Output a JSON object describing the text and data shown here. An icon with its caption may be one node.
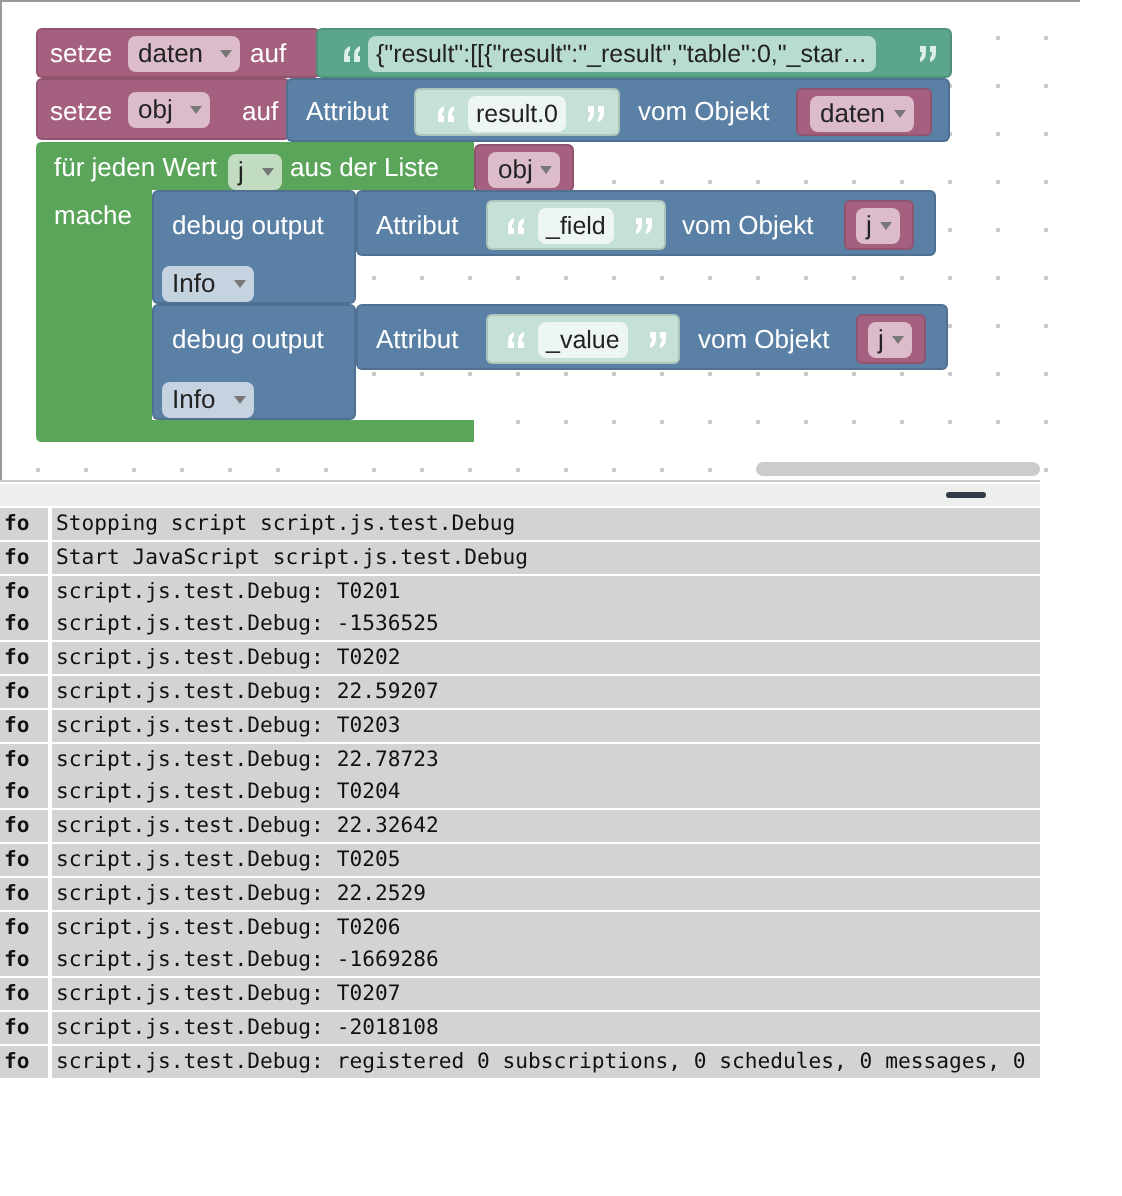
{
  "diagram": {
    "nodes": [
      {
        "text": [
          "setze",
          "auf"
        ]
      },
      {
        "text": [
          "daten"
        ],
        "in": 0
      },
      {
        "text": [
          "{\"result\":[[{\"result\":\"_result\",\"table\":0,\"_star…"
        ]
      },
      {
        "text": [
          "setze",
          "auf"
        ]
      },
      {
        "text": [
          "obj"
        ],
        "in": 3
      },
      {
        "text": [
          "Attribut",
          "vom Objekt"
        ]
      },
      {
        "text": [
          "result.0"
        ],
        "in": 5
      },
      {
        "text": [
          "daten"
        ],
        "in": 5
      },
      {
        "text": [
          "für jeden Wert",
          "aus der Liste",
          "mache"
        ]
      },
      {
        "text": [
          "j"
        ],
        "in": 8
      },
      {
        "text": [
          "obj"
        ]
      },
      {
        "text": [
          "debug output"
        ],
        "in": 8
      },
      {
        "text": [
          "Info"
        ],
        "in": 11
      },
      {
        "text": [
          "Attribut",
          "vom Objekt"
        ]
      },
      {
        "text": [
          "_field"
        ],
        "in": 13
      },
      {
        "text": [
          "j"
        ],
        "in": 13
      },
      {
        "text": [
          "debug output"
        ],
        "in": 8
      },
      {
        "text": [
          "Info"
        ],
        "in": 16
      },
      {
        "text": [
          "Attribut",
          "vom Objekt"
        ]
      },
      {
        "text": [
          "_value"
        ],
        "in": 18
      },
      {
        "text": [
          "j"
        ],
        "in": 18
      }
    ],
    "labels": [
      "fo",
      "Stopping script script.js.test.Debug",
      "fo",
      "Start JavaScript script.js.test.Debug",
      "fo",
      "script.js.test.Debug: T0201",
      "fo",
      "script.js.test.Debug: -1536525",
      "fo",
      "script.js.test.Debug: T0202",
      "fo",
      "script.js.test.Debug: 22.59207",
      "fo",
      "script.js.test.Debug: T0203",
      "fo",
      "script.js.test.Debug: 22.78723",
      "fo",
      "script.js.test.Debug: T0204",
      "fo",
      "script.js.test.Debug: 22.32642",
      "fo",
      "script.js.test.Debug: T0205",
      "fo",
      "script.js.test.Debug: 22.2529",
      "fo",
      "script.js.test.Debug: T0206",
      "fo",
      "script.js.test.Debug: -1669286",
      "fo",
      "script.js.test.Debug: T0207",
      "fo",
      "script.js.test.Debug: -2018108",
      "fo",
      "script.js.test.Debug: registered 0 subscriptions, 0 schedules, 0 messages, 0"
    ]
  }
}
